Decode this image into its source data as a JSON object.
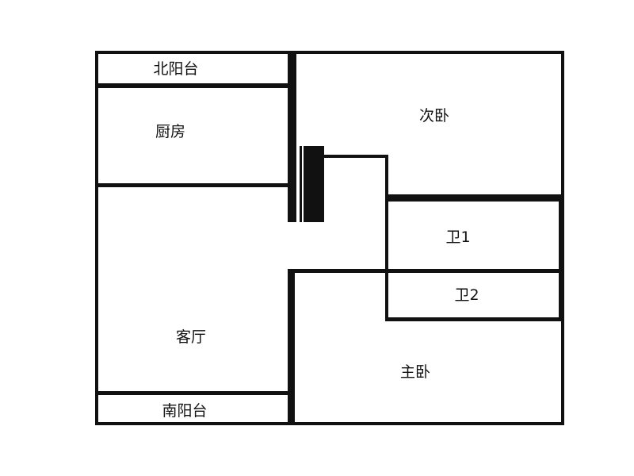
{
  "floor_plan": {
    "rooms": {
      "north_balcony": "北阳台",
      "kitchen": "厨房",
      "living_room": "客厅",
      "south_balcony": "南阳台",
      "second_bedroom": "次卧",
      "bathroom_1": "卫1",
      "bathroom_2": "卫2",
      "master_bedroom": "主卧"
    },
    "colors": {
      "wall": "#111111",
      "background": "#ffffff"
    }
  }
}
